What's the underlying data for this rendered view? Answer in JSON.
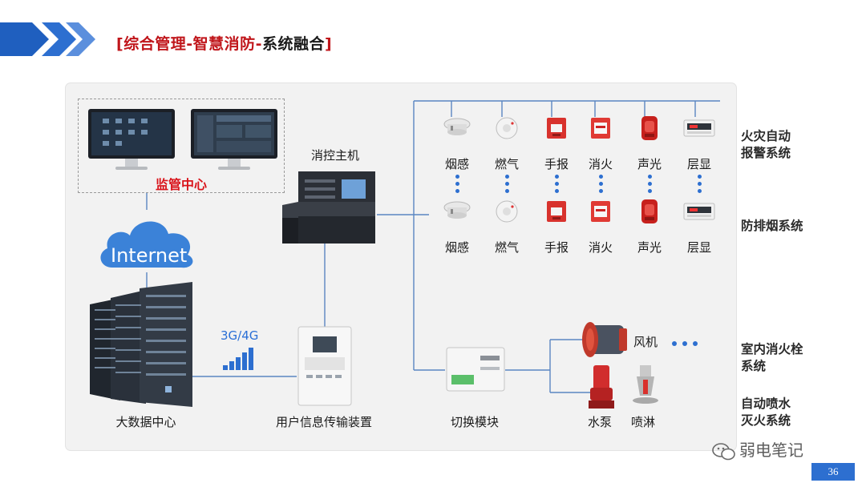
{
  "header": {
    "title_bracket_open": "[",
    "title_red": "综合管理-智慧消防-",
    "title_dark": "系统融合",
    "title_bracket_close": "]"
  },
  "diagram": {
    "supervision_center": "监管中心",
    "cloud_label": "Internet",
    "big_data_center": "大数据中心",
    "network_label": "3G/4G",
    "fire_control_host": "消控主机",
    "user_info_device": "用户信息传输装置",
    "switch_module": "切换模块",
    "detectors_row1": [
      "烟感",
      "燃气",
      "手报",
      "消火",
      "声光",
      "层显"
    ],
    "detectors_row2": [
      "烟感",
      "燃气",
      "手报",
      "消火",
      "声光",
      "层显"
    ],
    "fan": "风机",
    "pump": "水泵",
    "sprinkler": "喷淋"
  },
  "systems": {
    "fire_alarm_line1": "火灾自动",
    "fire_alarm_line2": "报警系统",
    "smoke_exhaust": "防排烟系统",
    "hydrant_line1": "室内消火栓",
    "hydrant_line2": "系统",
    "sprinkler_line1": "自动喷水",
    "sprinkler_line2": "灭火系统"
  },
  "footer": {
    "watermark": "弱电笔记",
    "page_number": "36"
  },
  "colors": {
    "accent_blue": "#2d6fd0",
    "title_red": "#c0161b",
    "line_blue": "#4a7fc4"
  }
}
